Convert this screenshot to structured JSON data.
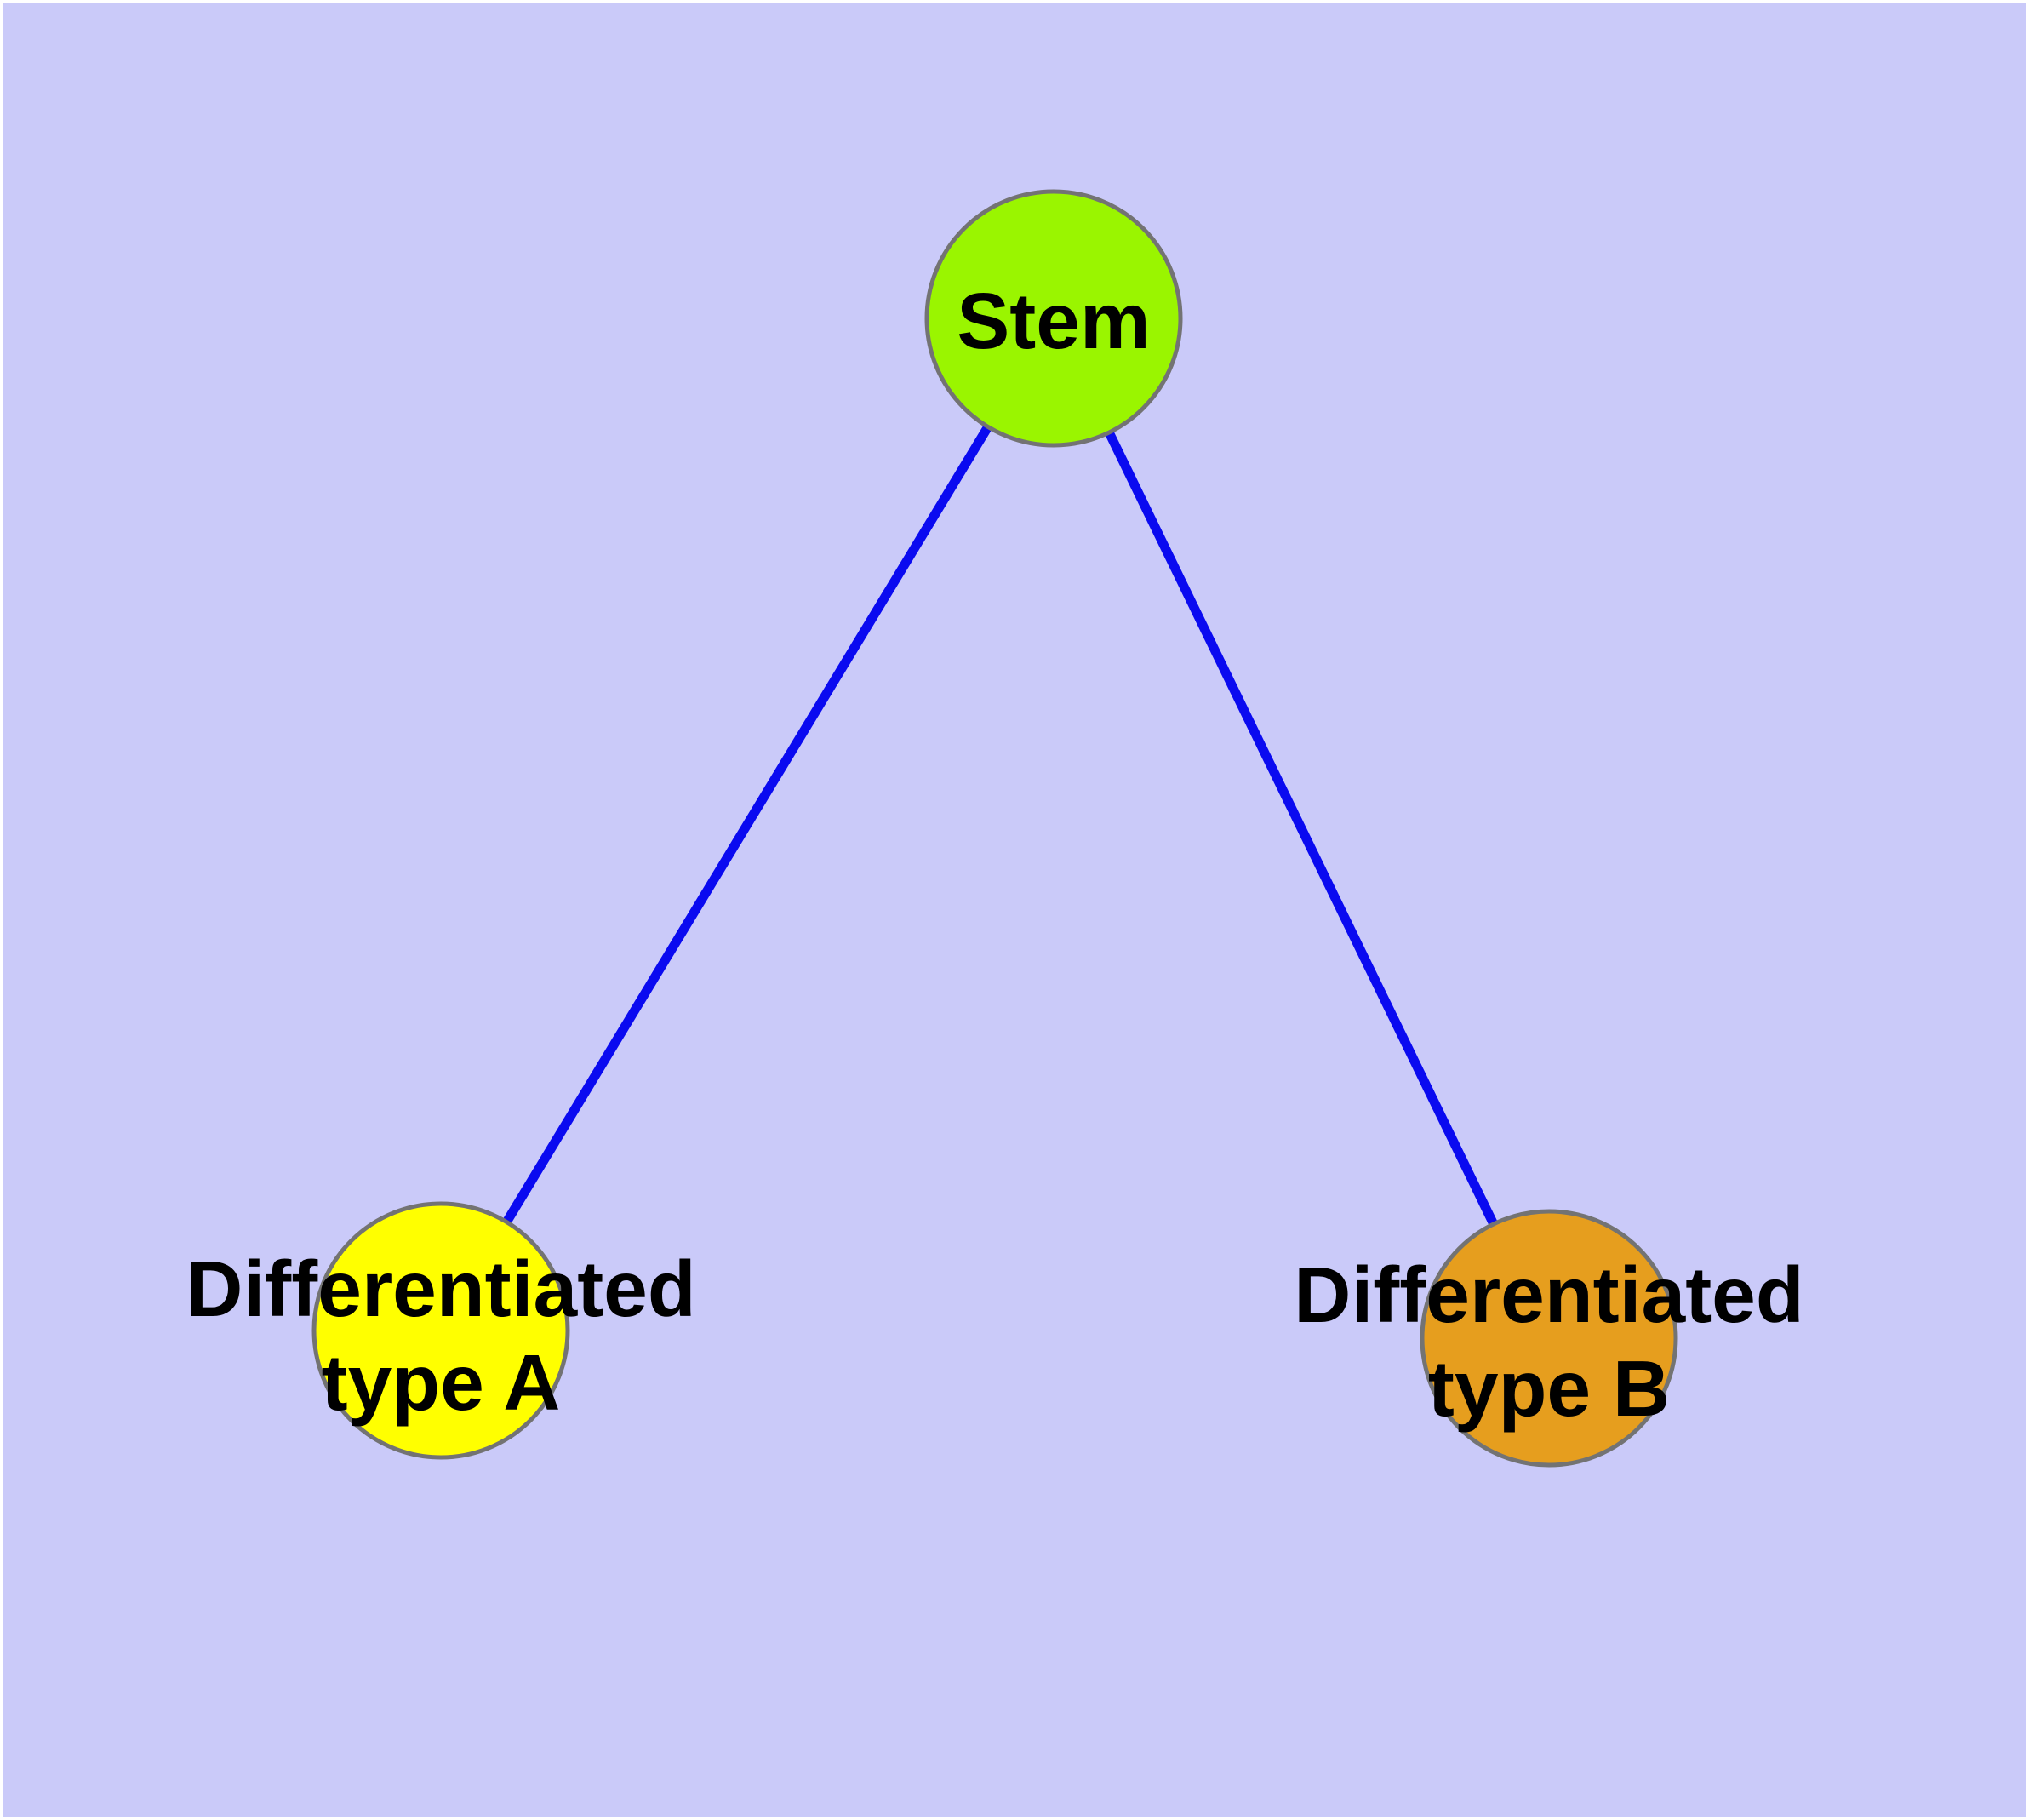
{
  "diagram": {
    "background_color": "#CACAF9",
    "frame_color": "#FFFFFF",
    "edge_color": "#0A0AF0",
    "node_border_color": "#737373",
    "label_color": "#000000",
    "nodes": {
      "stem": {
        "label": "Stem",
        "fill": "#9AF500"
      },
      "typeA": {
        "label": "Differentiated type A",
        "line1": "Differentiated",
        "line2": "type A",
        "fill": "#FFFF00"
      },
      "typeB": {
        "label": "Differentiated type B",
        "line1": "Differentiated",
        "line2": "type B",
        "fill": "#E69E1E"
      }
    },
    "edges": [
      {
        "from": "Stem",
        "to": "Differentiated type A"
      },
      {
        "from": "Stem",
        "to": "Differentiated type B"
      }
    ]
  }
}
